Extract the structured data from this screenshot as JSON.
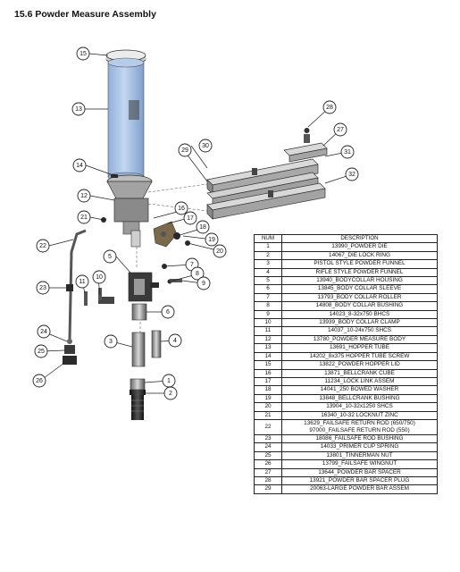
{
  "title": "15.6  Powder Measure Assembly",
  "table": {
    "header": {
      "num": "NUM",
      "description": "DESCRIPTION"
    },
    "rows": [
      {
        "num": "1",
        "description": "13990_POWDER DIE"
      },
      {
        "num": "2",
        "description": "14067_DIE LOCK RING"
      },
      {
        "num": "3",
        "description": "PISTOL STYLE POWDER FUNNEL"
      },
      {
        "num": "4",
        "description": "RIFLE STYLE POWDER FUNNEL"
      },
      {
        "num": "5",
        "description": "13940_BODYCOLLAR HOUSING"
      },
      {
        "num": "6",
        "description": "13845_BODY COLLAR SLEEVE"
      },
      {
        "num": "7",
        "description": "13793_BODY COLLAR ROLLER"
      },
      {
        "num": "8",
        "description": "14808_BODY COLLAR BUSHING"
      },
      {
        "num": "9",
        "description": "14023_8-32x750 BHCS"
      },
      {
        "num": "10",
        "description": "13939_BODY COLLAR CLAMP"
      },
      {
        "num": "11",
        "description": "14037_10-24x750 SHCS"
      },
      {
        "num": "12",
        "description": "13780_POWDER MEASURE BODY"
      },
      {
        "num": "13",
        "description": "13691_HOPPER TUBE"
      },
      {
        "num": "14",
        "description": "14202_8x375 HOPPER TUBE SCREW"
      },
      {
        "num": "15",
        "description": "13822_POWDER HOPPER LID"
      },
      {
        "num": "16",
        "description": "13871_BELLCRANK CUBE"
      },
      {
        "num": "17",
        "description": "11234_LOCK LINK ASSEM"
      },
      {
        "num": "18",
        "description": "14041_250 BOWED WASHER"
      },
      {
        "num": "19",
        "description": "13848_BELLCRANK BUSHING"
      },
      {
        "num": "20",
        "description": "13904_10-32x1250 SHCS"
      },
      {
        "num": "21",
        "description": "16340_10-32 LOCKNUT ZINC"
      },
      {
        "num": "22",
        "description": "13629_FAILSAFE RETURN ROD (650/750)",
        "description2": "97000_FAILSAFE RETURN ROD (550)"
      },
      {
        "num": "23",
        "description": "18086_FAILSAFE ROD BUSHING"
      },
      {
        "num": "24",
        "description": "14033_PRIMER CUP SPRING"
      },
      {
        "num": "25",
        "description": "13801_TINNERMAN NUT"
      },
      {
        "num": "26",
        "description": "13799_FAILSAFE WINGNUT"
      },
      {
        "num": "27",
        "description": "13644_POWDER BAR SPACER"
      },
      {
        "num": "28",
        "description": "13921_POWDER BAR SPACER PLUG"
      },
      {
        "num": "29",
        "description": "20063-LARGE POWDER BAR ASSEM"
      }
    ]
  },
  "callouts": [
    "1",
    "2",
    "3",
    "4",
    "5",
    "6",
    "7",
    "8",
    "9",
    "10",
    "11",
    "12",
    "13",
    "14",
    "15",
    "16",
    "17",
    "18",
    "19",
    "20",
    "21",
    "22",
    "23",
    "24",
    "25",
    "26",
    "27",
    "28",
    "29",
    "30",
    "31",
    "32"
  ],
  "colors": {
    "hopper_tube": "#a9c4e6",
    "line": "#222222",
    "part_gray": "#777777",
    "part_dark": "#2a2a2a"
  }
}
